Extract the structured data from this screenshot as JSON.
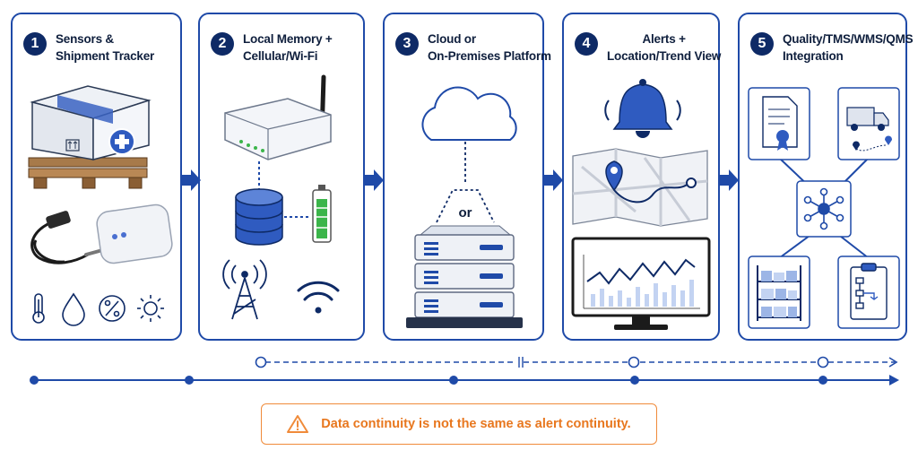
{
  "colors": {
    "primary": "#1f4aa8",
    "navy": "#0e2a66",
    "warning": "#f08b3a",
    "battery": "#3bb54a"
  },
  "steps": [
    {
      "number": "1",
      "title_lines": [
        "Sensors &",
        "Shipment Tracker"
      ],
      "icons": [
        "package-icon",
        "probe-sensor-icon",
        "tracker-device-icon",
        "thermometer-icon",
        "droplet-icon",
        "percent-icon",
        "sun-icon"
      ]
    },
    {
      "number": "2",
      "title_lines": [
        "Local Memory +",
        "Cellular/Wi-Fi"
      ],
      "icons": [
        "router-icon",
        "database-icon",
        "battery-icon",
        "cell-tower-icon",
        "wifi-icon"
      ]
    },
    {
      "number": "3",
      "title_lines": [
        "Cloud or",
        "On-Premises Platform"
      ],
      "or_label": "or",
      "icons": [
        "cloud-icon",
        "server-rack-icon"
      ]
    },
    {
      "number": "4",
      "title_lines": [
        "Alerts +",
        "Location/Trend View"
      ],
      "icons": [
        "bell-icon",
        "map-icon",
        "monitor-chart-icon"
      ]
    },
    {
      "number": "5",
      "title_lines": [
        "Quality/TMS/WMS/QMS",
        "Integration"
      ],
      "icons": [
        "certificate-icon",
        "truck-icon",
        "hub-icon",
        "warehouse-shelf-icon",
        "clipboard-flow-icon"
      ]
    }
  ],
  "warning": {
    "icon": "warning-triangle-icon",
    "text": "Data continuity is not the same as alert continuity."
  }
}
